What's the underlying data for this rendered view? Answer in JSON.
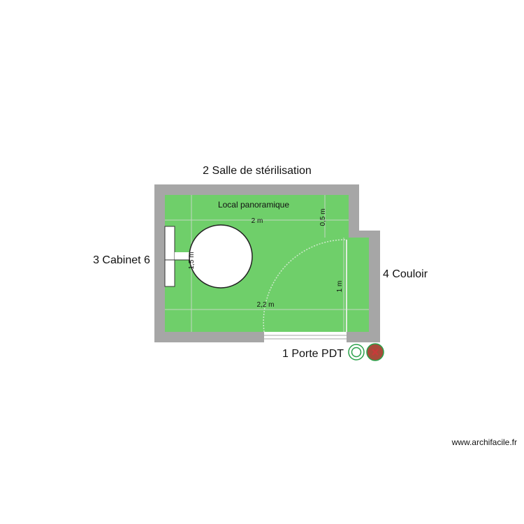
{
  "plan": {
    "room_name": "Local panoramique",
    "neighbors": {
      "top": "2 Salle de stérilisation",
      "left": "3 Cabinet 6",
      "right": "4 Couloir",
      "bottom": "1 Porte PDT"
    },
    "dimensions": {
      "inner_width": "2 m",
      "inner_width_bottom": "2,2 m",
      "inner_depth": "0,5 m",
      "door_width": "1 m",
      "circle_diameter": "1,5 m"
    },
    "watermark": "www.archifacile.fr"
  },
  "colors": {
    "floor": "#6fcf6a",
    "wall": "#a6a6a6",
    "dimension_line": "#d9d9d9",
    "marker_green": "#2aa14a",
    "marker_red": "#a84a3a"
  }
}
